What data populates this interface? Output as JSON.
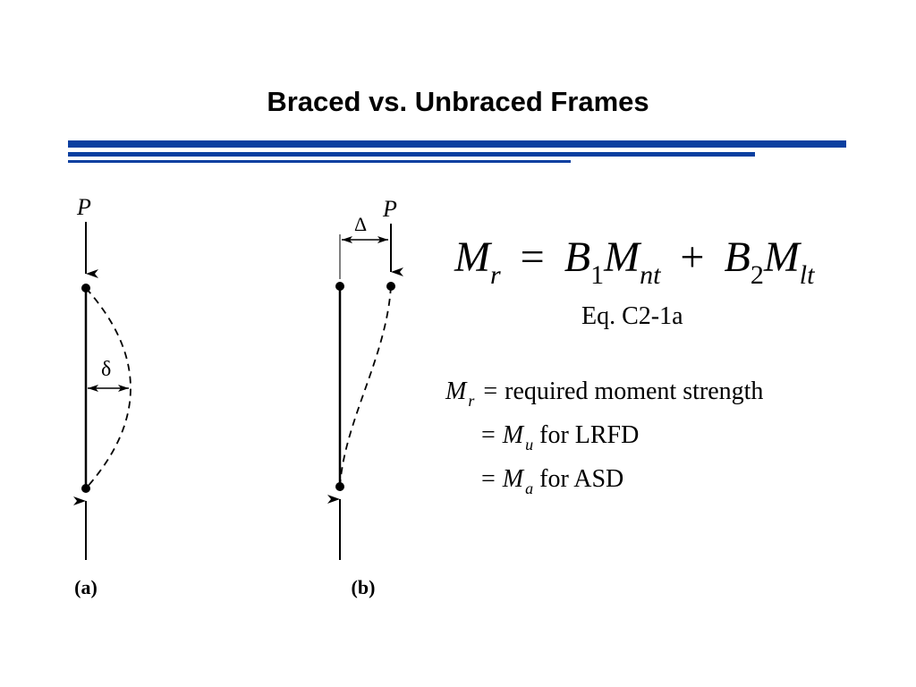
{
  "title": "Braced vs. Unbraced Frames",
  "colors": {
    "accent": "#0a3fa0"
  },
  "figure": {
    "load_label_a": "P",
    "load_label_b": "P",
    "deflection_label": "δ",
    "drift_label": "Δ",
    "caption_a": "(a)",
    "caption_b": "(b)"
  },
  "equation": {
    "lhs": "M",
    "lhs_sub": "r",
    "equals": "=",
    "t1_coef": "B",
    "t1_coef_sub": "1",
    "t1_var": "M",
    "t1_var_sub": "nt",
    "plus": "+",
    "t2_coef": "B",
    "t2_coef_sub": "2",
    "t2_var": "M",
    "t2_var_sub": "lt",
    "reference": "Eq. C2-1a"
  },
  "definitions": [
    {
      "var": "M",
      "sub": "r",
      "op": "=",
      "text": "required moment strength"
    },
    {
      "var": "",
      "sub": "",
      "op": "=",
      "expr_var": "M",
      "expr_sub": "u",
      "text": "for LRFD"
    },
    {
      "var": "",
      "sub": "",
      "op": "=",
      "expr_var": "M",
      "expr_sub": "a",
      "text": "for ASD"
    }
  ]
}
